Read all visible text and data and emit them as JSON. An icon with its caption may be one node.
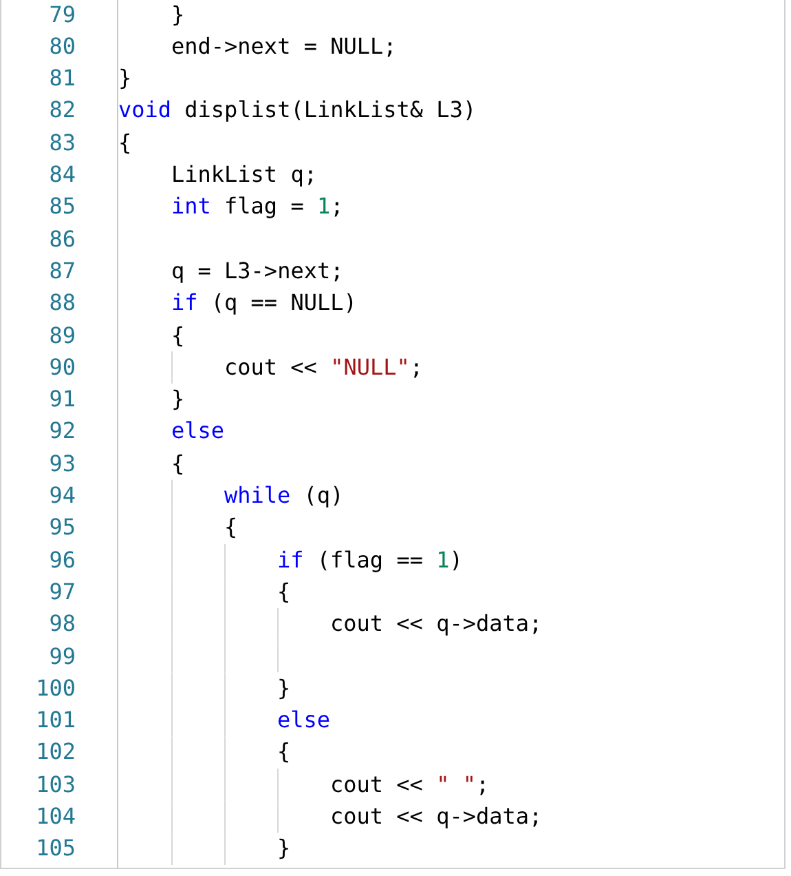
{
  "diagram": {
    "labels": [
      "79",
      "}",
      "80",
      "end->next = NULL;",
      "81",
      "}",
      "82",
      "void",
      "displist(LinkList& L3)",
      "83",
      "{",
      "84",
      "LinkList q;",
      "85",
      "int",
      "flag =",
      "1",
      ";",
      "86",
      "87",
      "q = L3->next;",
      "88",
      "if",
      "(q == NULL)",
      "89",
      "{",
      "90",
      "cout <<",
      "\"NULL\"",
      ";",
      "91",
      "}",
      "92",
      "else",
      "93",
      "{",
      "94",
      "while",
      "(q)",
      "95",
      "{",
      "96",
      "if",
      "(flag ==",
      "1",
      ")",
      "97",
      "{",
      "98",
      "cout << q->data;",
      "99",
      "100",
      "}",
      "101",
      "else",
      "102",
      "{",
      "103",
      "cout <<",
      "\" \"",
      ";",
      "104",
      "cout << q->data;",
      "105",
      "}"
    ]
  }
}
